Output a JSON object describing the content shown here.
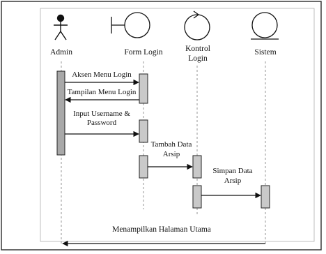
{
  "diagram": {
    "type": "uml-sequence-diagram",
    "participants": [
      {
        "id": "admin",
        "kind": "actor",
        "label": "Admin"
      },
      {
        "id": "form",
        "kind": "boundary",
        "label": "Form Login"
      },
      {
        "id": "kontrol",
        "kind": "control",
        "label_line1": "Kontrol",
        "label_line2": "Login"
      },
      {
        "id": "sistem",
        "kind": "entity",
        "label": "Sistem"
      }
    ],
    "messages": [
      {
        "label": "Aksen Menu Login",
        "from": "admin",
        "to": "form"
      },
      {
        "label": "Tampilan Menu Login",
        "from": "form",
        "to": "admin"
      },
      {
        "label_line1": "Input Username &",
        "label_line2": "Password",
        "from": "admin",
        "to": "form"
      },
      {
        "label_line1": "Tambah Data",
        "label_line2": "Arsip",
        "from": "form",
        "to": "kontrol"
      },
      {
        "label_line1": "Simpan Data",
        "label_line2": "Arsip",
        "from": "kontrol",
        "to": "sistem"
      },
      {
        "label": "Menampilkan Halaman Utama",
        "from": "sistem",
        "to": "admin"
      }
    ],
    "colors": {
      "frame": "#2b2b2b",
      "line": "#111111",
      "lifeline": "#8a8a8a",
      "activation_fill": "#c9c9c9",
      "activation_fill_dark": "#a8a8a8"
    }
  }
}
